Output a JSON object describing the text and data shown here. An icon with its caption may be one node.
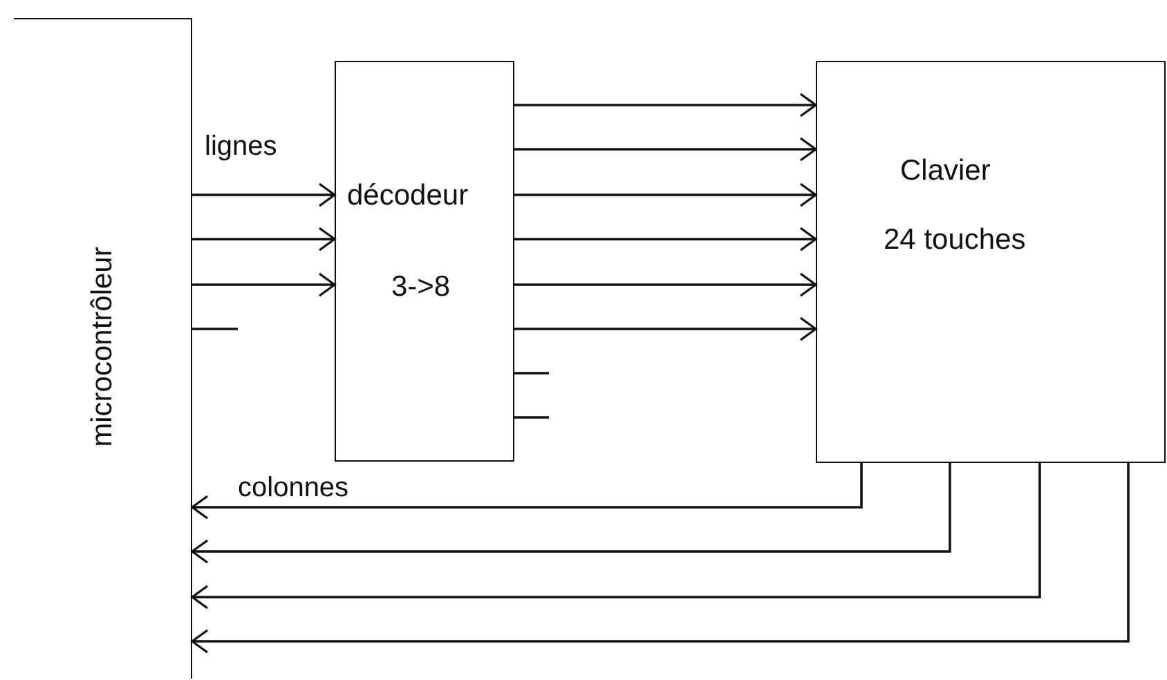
{
  "diagram": {
    "nodes": [
      {
        "text": [
          "microcontrôleur"
        ]
      },
      {
        "text": [
          "décodeur",
          "3->8"
        ]
      },
      {
        "text": [
          "Clavier",
          "24 touches"
        ]
      }
    ],
    "edges": [
      {
        "from": 0,
        "to": 1,
        "arrow": "to"
      },
      {
        "from": 0,
        "to": 1,
        "arrow": "to"
      },
      {
        "from": 0,
        "to": 1,
        "arrow": "to"
      },
      {
        "from": 0,
        "to": null,
        "arrow": "none"
      },
      {
        "from": 1,
        "to": 2,
        "arrow": "to"
      },
      {
        "from": 1,
        "to": 2,
        "arrow": "to"
      },
      {
        "from": 1,
        "to": 2,
        "arrow": "to"
      },
      {
        "from": 1,
        "to": 2,
        "arrow": "to"
      },
      {
        "from": 1,
        "to": 2,
        "arrow": "to"
      },
      {
        "from": 1,
        "to": 2,
        "arrow": "to"
      },
      {
        "from": 1,
        "to": null,
        "arrow": "none"
      },
      {
        "from": 1,
        "to": null,
        "arrow": "none"
      },
      {
        "from": 2,
        "to": 0,
        "arrow": "to"
      },
      {
        "from": 2,
        "to": 0,
        "arrow": "to"
      },
      {
        "from": 2,
        "to": 0,
        "arrow": "to"
      },
      {
        "from": 2,
        "to": 0,
        "arrow": "to"
      }
    ],
    "labels": [
      "lignes",
      "colonnes"
    ]
  }
}
